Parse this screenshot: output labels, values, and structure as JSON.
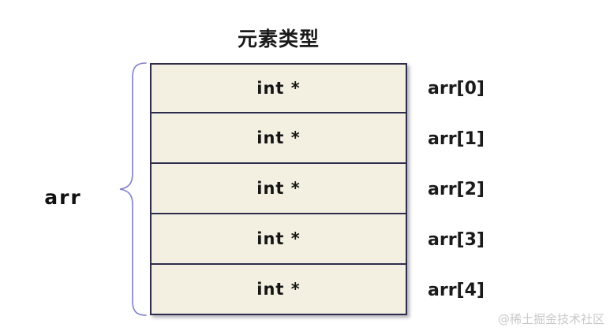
{
  "title": "元素类型",
  "array_label": "arr",
  "cells": [
    {
      "type": "int *",
      "index_label": "arr[0]"
    },
    {
      "type": "int *",
      "index_label": "arr[1]"
    },
    {
      "type": "int *",
      "index_label": "arr[2]"
    },
    {
      "type": "int *",
      "index_label": "arr[3]"
    },
    {
      "type": "int *",
      "index_label": "arr[4]"
    }
  ],
  "watermark": "@稀土掘金技术社区",
  "colors": {
    "box_fill": "#f3f0e1",
    "box_border": "#2e2d4e",
    "brace": "#7e7ec9",
    "text": "#1a1a1a",
    "watermark": "#c9c9c9"
  }
}
